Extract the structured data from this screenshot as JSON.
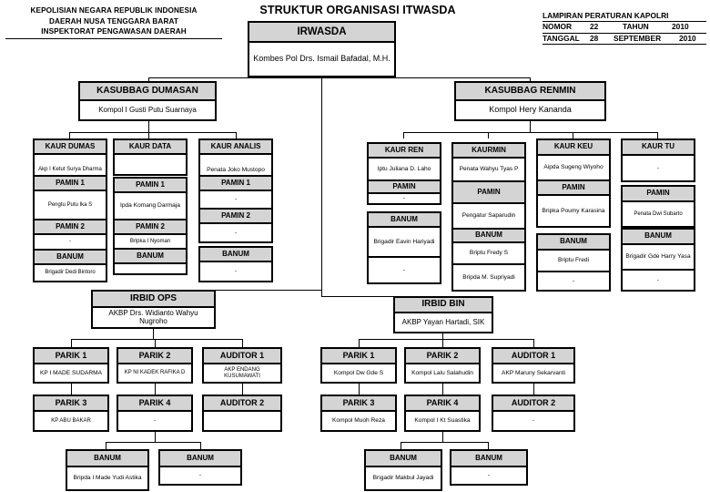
{
  "header": {
    "letterhead_lines": [
      "KEPOLISIAN NEGARA REPUBLIK INDONESIA",
      "DAERAH NUSA TENGGARA BARAT",
      "INSPEKTORAT PENGAWASAN DAERAH"
    ],
    "title": "STRUKTUR ORGANISASI ITWASDA",
    "lampiran": {
      "line1": "LAMPIRAN  PERATURAN KAPOLRI",
      "line2_label": "NOMOR",
      "line2_number": "22",
      "line2_tahun_label": "TAHUN",
      "line2_year": "2010",
      "line3_label": "TANGGAL",
      "line3_day": "28",
      "line3_month": "SEPTEMBER",
      "line3_year": "2010"
    }
  },
  "chart": {
    "root": {
      "title": "IRWASDA",
      "name": "Kombes Pol Drs. Ismail Bafadal, M.H."
    },
    "dumasan": {
      "title": "KASUBBAG DUMASAN",
      "name": "Kompol I Gusti Putu Suarnaya",
      "columns": [
        {
          "title": "KAUR DUMAS",
          "name": "Akp I Ketut Surya Dharma",
          "subs": [
            {
              "title": "PAMIN 1",
              "name": "Pengtu Putu Ika S"
            },
            {
              "title": "PAMIN 2",
              "name": "-"
            },
            {
              "title": "BANUM",
              "name": "Brigadir Dedi Bintoro"
            }
          ]
        },
        {
          "title": "KAUR DATA",
          "name": "",
          "subs": [
            {
              "title": "PAMIN 1",
              "name": "Ipda Komang Darmaja"
            },
            {
              "title": "PAMIN 2",
              "name": "Bripka I Nyoman"
            },
            {
              "title": "BANUM",
              "name": ""
            }
          ]
        },
        {
          "title": "KAUR ANALIS",
          "name": "Penata Joko Mustopo",
          "subs": [
            {
              "title": "PAMIN 1",
              "name": "-"
            },
            {
              "title": "PAMIN 2",
              "name": "-"
            },
            {
              "title": "BANUM",
              "name": "-"
            }
          ]
        }
      ]
    },
    "renmin": {
      "title": "KASUBBAG RENMIN",
      "name": "Kompol Hery Kananda",
      "columns": [
        {
          "title": "KAUR REN",
          "name": "Iptu Juliana D. Laho",
          "subs": [
            {
              "title": "PAMIN",
              "name": "-"
            },
            {
              "title": "BANUM",
              "name": "Brigadir Eavin Hariyadi",
              "extra": "-"
            }
          ]
        },
        {
          "title": "KAURMIN",
          "name": "Penata Wahyu Tyas P",
          "subs": [
            {
              "title": "PAMIN",
              "name": "Pengatur Saparudin"
            },
            {
              "title": "BANUM",
              "name": "Briptu Fredy S",
              "extra": "Bripda M. Supriyadi"
            }
          ]
        },
        {
          "title": "KAUR KEU",
          "name": "Aipda Sugeng Wiyoho",
          "subs": [
            {
              "title": "PAMIN",
              "name": "Bripka Poumy Karasina"
            },
            {
              "title": "BANUM",
              "name": "Briptu Fredi",
              "extra": "-"
            }
          ]
        },
        {
          "title": "KAUR TU",
          "name": "-",
          "subs": [
            {
              "title": "PAMIN",
              "name": "Penata Dwi Subarto"
            },
            {
              "title": "BANUM",
              "name": "Brigadir Gde Harry Yasa",
              "extra": "-"
            }
          ]
        }
      ]
    },
    "irbid_ops": {
      "title": "IRBID OPS",
      "name": "AKBP Drs. Widianto Wahyu Nugroho",
      "row1": [
        {
          "title": "PARIK 1",
          "name": "KP I MADE SUDARMA"
        },
        {
          "title": "PARIK 2",
          "name": "KP NI KADEK RAFIKA D"
        },
        {
          "title": "AUDITOR 1",
          "name": "AKP ENDANG KUSUMAWATI"
        }
      ],
      "row2": [
        {
          "title": "PARIK 3",
          "name": "KP ABU BAKAR"
        },
        {
          "title": "PARIK 4",
          "name": "-"
        },
        {
          "title": "AUDITOR 2",
          "name": ""
        }
      ],
      "banums": [
        {
          "title": "BANUM",
          "name": "Bripda I Made Yudi Astika"
        },
        {
          "title": "BANUM",
          "name": "-"
        }
      ]
    },
    "irbid_bin": {
      "title": "IRBID BIN",
      "name": "AKBP  Yayan Hartadi, SIK",
      "row1": [
        {
          "title": "PARIK 1",
          "name": "Kompol Dw Gde S"
        },
        {
          "title": "PARIK 2",
          "name": "Kompol Lalu Salahudin"
        },
        {
          "title": "AUDITOR 1",
          "name": "AKP Maruny Sekarvanti"
        }
      ],
      "row2": [
        {
          "title": "PARIK 3",
          "name": "Kompol Muoh Reza"
        },
        {
          "title": "PARIK 4",
          "name": "Kompol I Kt Suastika"
        },
        {
          "title": "AUDITOR 2",
          "name": "-"
        }
      ],
      "banums": [
        {
          "title": "BANUM",
          "name": "Brigadir Makbul Jayadi"
        },
        {
          "title": "BANUM",
          "name": "-"
        }
      ]
    }
  },
  "colors": {
    "header_fill": "#d4d4d4",
    "body_fill": "#ffffff",
    "border": "#000000"
  }
}
